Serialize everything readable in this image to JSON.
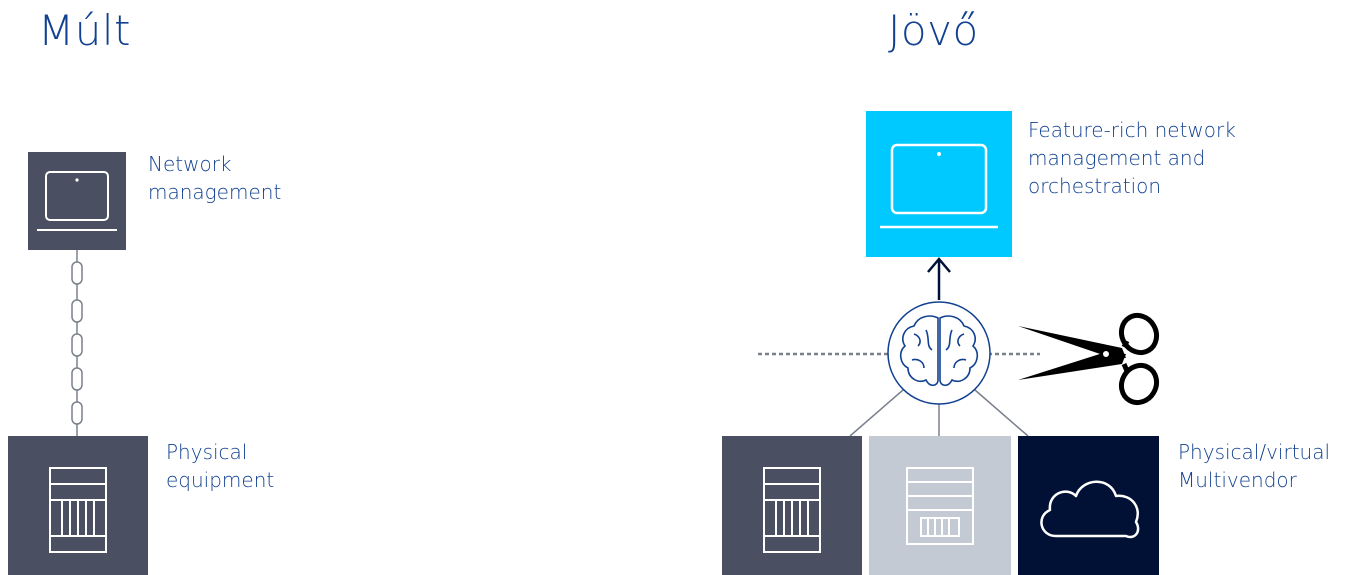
{
  "left": {
    "heading": "Múlt",
    "top_label": "Network\nmanagement",
    "bottom_label": "Physical\nequipment"
  },
  "right": {
    "heading": "Jövő",
    "top_label": "Feature-rich network\nmanagement and\norchestration",
    "bottom_label": "Physical/virtual\nMultivendor"
  },
  "colors": {
    "heading_text": "#124191",
    "dark_tile": "#4a5062",
    "cyan_tile": "#00c9ff",
    "light_tile": "#c4cad4",
    "navy_tile": "#001135",
    "chain": "#7a808c",
    "arrow": "#001135"
  },
  "icons": {
    "laptop": "laptop-icon",
    "server_rack": "server-rack-icon",
    "cloud": "cloud-icon",
    "brain": "brain-icon",
    "scissors": "scissors-icon",
    "chain": "chain-link-icon",
    "arrow": "arrow-up-icon"
  }
}
